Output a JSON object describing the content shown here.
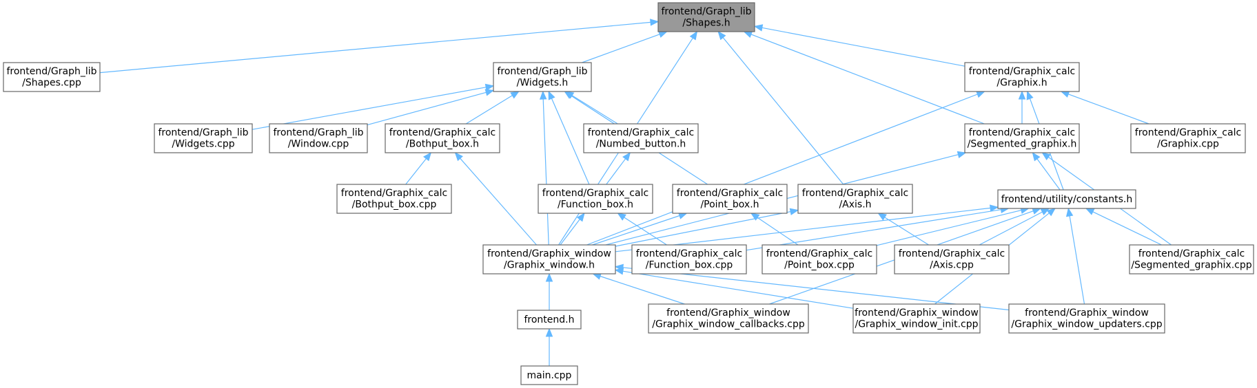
{
  "graph": {
    "root": "shapes_h",
    "nodes": [
      {
        "id": "shapes_h",
        "lines": [
          "frontend/Graph_lib",
          "/Shapes.h"
        ],
        "root": true
      },
      {
        "id": "shapes_cpp",
        "lines": [
          "frontend/Graph_lib",
          "/Shapes.cpp"
        ]
      },
      {
        "id": "widgets_h",
        "lines": [
          "frontend/Graph_lib",
          "/Widgets.h"
        ]
      },
      {
        "id": "graphix_h",
        "lines": [
          "frontend/Graphix_calc",
          "/Graphix.h"
        ]
      },
      {
        "id": "widgets_cpp",
        "lines": [
          "frontend/Graph_lib",
          "/Widgets.cpp"
        ]
      },
      {
        "id": "window_cpp",
        "lines": [
          "frontend/Graph_lib",
          "/Window.cpp"
        ]
      },
      {
        "id": "bothput_h",
        "lines": [
          "frontend/Graphix_calc",
          "/Bothput_box.h"
        ]
      },
      {
        "id": "numbed_h",
        "lines": [
          "frontend/Graphix_calc",
          "/Numbed_button.h"
        ]
      },
      {
        "id": "segmented_h",
        "lines": [
          "frontend/Graphix_calc",
          "/Segmented_graphix.h"
        ]
      },
      {
        "id": "graphix_cpp",
        "lines": [
          "frontend/Graphix_calc",
          "/Graphix.cpp"
        ]
      },
      {
        "id": "bothput_cpp",
        "lines": [
          "frontend/Graphix_calc",
          "/Bothput_box.cpp"
        ]
      },
      {
        "id": "function_h",
        "lines": [
          "frontend/Graphix_calc",
          "/Function_box.h"
        ]
      },
      {
        "id": "point_h",
        "lines": [
          "frontend/Graphix_calc",
          "/Point_box.h"
        ]
      },
      {
        "id": "axis_h",
        "lines": [
          "frontend/Graphix_calc",
          "/Axis.h"
        ]
      },
      {
        "id": "constants_h",
        "lines": [
          "frontend/utility/constants.h"
        ]
      },
      {
        "id": "gwindow_h",
        "lines": [
          "frontend/Graphix_window",
          "/Graphix_window.h"
        ]
      },
      {
        "id": "function_cpp",
        "lines": [
          "frontend/Graphix_calc",
          "/Function_box.cpp"
        ]
      },
      {
        "id": "point_cpp",
        "lines": [
          "frontend/Graphix_calc",
          "/Point_box.cpp"
        ]
      },
      {
        "id": "axis_cpp",
        "lines": [
          "frontend/Graphix_calc",
          "/Axis.cpp"
        ]
      },
      {
        "id": "segmented_cpp",
        "lines": [
          "frontend/Graphix_calc",
          "/Segmented_graphix.cpp"
        ]
      },
      {
        "id": "frontend_h",
        "lines": [
          "frontend.h"
        ]
      },
      {
        "id": "callbacks_cpp",
        "lines": [
          "frontend/Graphix_window",
          "/Graphix_window_callbacks.cpp"
        ]
      },
      {
        "id": "init_cpp",
        "lines": [
          "frontend/Graphix_window",
          "/Graphix_window_init.cpp"
        ]
      },
      {
        "id": "updaters_cpp",
        "lines": [
          "frontend/Graphix_window",
          "/Graphix_window_updaters.cpp"
        ]
      },
      {
        "id": "main_cpp",
        "lines": [
          "main.cpp"
        ]
      }
    ],
    "edges": [
      {
        "from": "shapes_cpp",
        "to": "shapes_h"
      },
      {
        "from": "widgets_h",
        "to": "shapes_h"
      },
      {
        "from": "gwindow_h",
        "to": "shapes_h"
      },
      {
        "from": "axis_h",
        "to": "shapes_h"
      },
      {
        "from": "segmented_h",
        "to": "shapes_h"
      },
      {
        "from": "graphix_h",
        "to": "shapes_h"
      },
      {
        "from": "widgets_cpp",
        "to": "widgets_h"
      },
      {
        "from": "window_cpp",
        "to": "widgets_h"
      },
      {
        "from": "bothput_h",
        "to": "widgets_h"
      },
      {
        "from": "numbed_h",
        "to": "widgets_h"
      },
      {
        "from": "function_h",
        "to": "widgets_h"
      },
      {
        "from": "point_h",
        "to": "widgets_h"
      },
      {
        "from": "gwindow_h",
        "to": "widgets_h"
      },
      {
        "from": "segmented_h",
        "to": "graphix_h"
      },
      {
        "from": "graphix_cpp",
        "to": "graphix_h"
      },
      {
        "from": "constants_h",
        "to": "graphix_h"
      },
      {
        "from": "gwindow_h",
        "to": "graphix_h"
      },
      {
        "from": "bothput_cpp",
        "to": "bothput_h"
      },
      {
        "from": "gwindow_h",
        "to": "bothput_h"
      },
      {
        "from": "function_h",
        "to": "numbed_h"
      },
      {
        "from": "constants_h",
        "to": "segmented_h"
      },
      {
        "from": "segmented_cpp",
        "to": "segmented_h"
      },
      {
        "from": "gwindow_h",
        "to": "segmented_h"
      },
      {
        "from": "gwindow_h",
        "to": "function_h"
      },
      {
        "from": "function_cpp",
        "to": "function_h"
      },
      {
        "from": "gwindow_h",
        "to": "point_h"
      },
      {
        "from": "point_cpp",
        "to": "point_h"
      },
      {
        "from": "gwindow_h",
        "to": "axis_h"
      },
      {
        "from": "axis_cpp",
        "to": "axis_h"
      },
      {
        "from": "gwindow_h",
        "to": "constants_h"
      },
      {
        "from": "function_cpp",
        "to": "constants_h"
      },
      {
        "from": "point_cpp",
        "to": "constants_h"
      },
      {
        "from": "axis_cpp",
        "to": "constants_h"
      },
      {
        "from": "segmented_cpp",
        "to": "constants_h"
      },
      {
        "from": "callbacks_cpp",
        "to": "constants_h"
      },
      {
        "from": "init_cpp",
        "to": "constants_h"
      },
      {
        "from": "updaters_cpp",
        "to": "constants_h"
      },
      {
        "from": "frontend_h",
        "to": "gwindow_h"
      },
      {
        "from": "callbacks_cpp",
        "to": "gwindow_h"
      },
      {
        "from": "init_cpp",
        "to": "gwindow_h"
      },
      {
        "from": "updaters_cpp",
        "to": "gwindow_h"
      },
      {
        "from": "main_cpp",
        "to": "frontend_h"
      }
    ]
  },
  "colors": {
    "root_fill": "#999999",
    "node_fill": "#ffffff",
    "node_border": "#666666",
    "edge": "#63b8ff"
  }
}
